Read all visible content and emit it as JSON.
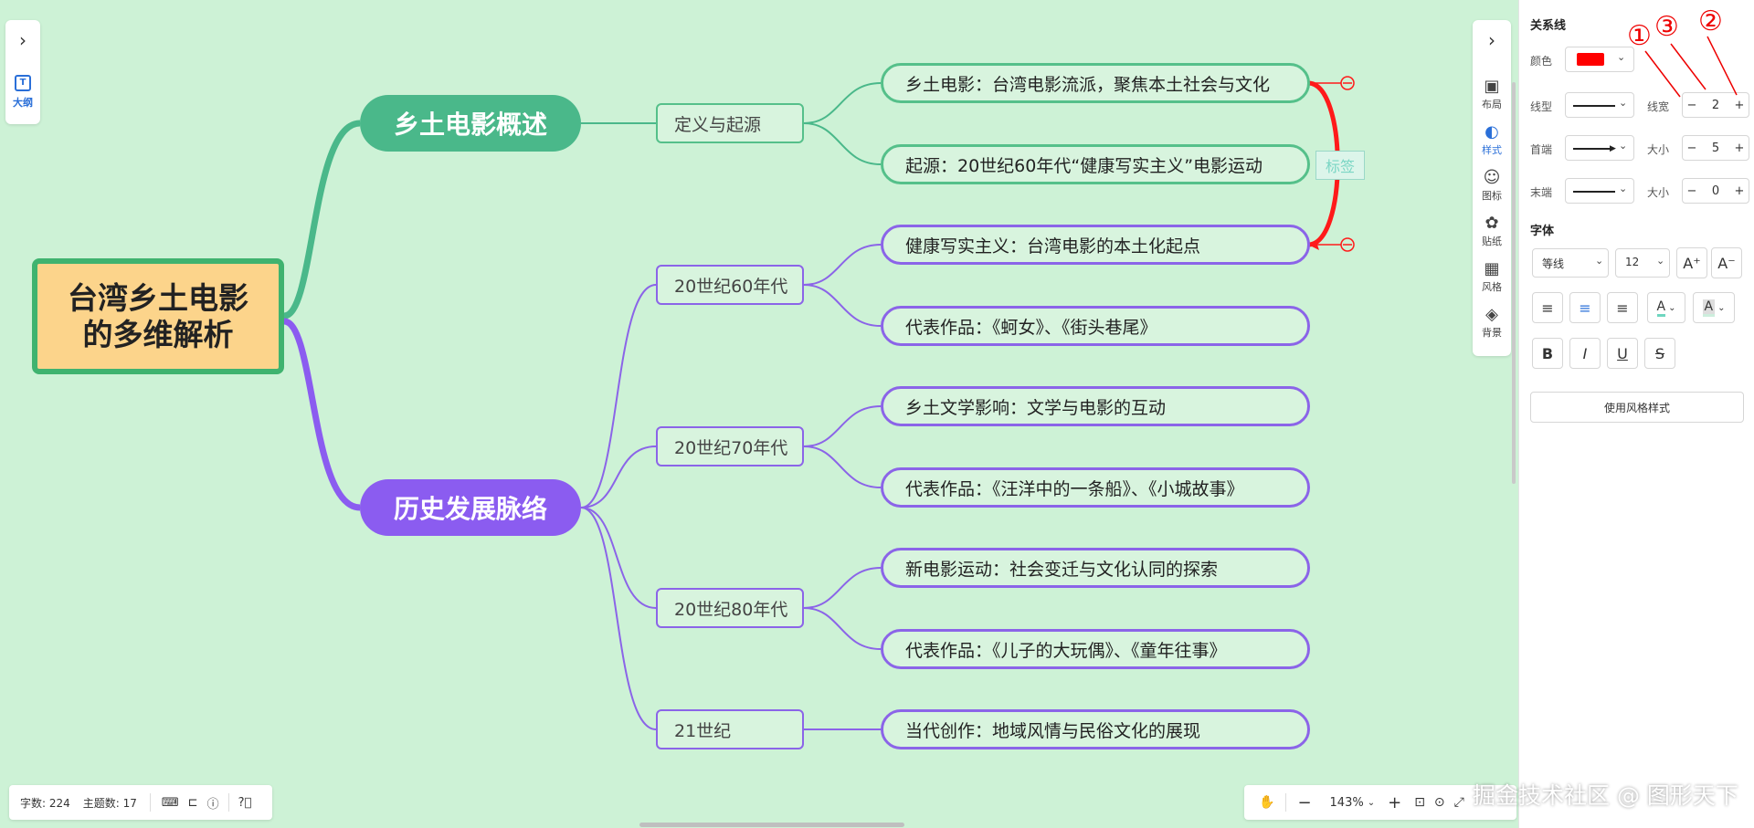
{
  "colors": {
    "bg": "#cdf2d6",
    "green": "#4ab88a",
    "purple": "#8b5cf0",
    "root_fill": "#fcd48b",
    "relation": "#ff1a1a",
    "active_blue": "#2a6fd8"
  },
  "left_toolbar": {
    "expand_icon": "chevron-right-icon",
    "outline_label": "大纲"
  },
  "mindmap": {
    "root": {
      "line1": "台湾乡土电影",
      "line2": "的多维解析"
    },
    "branch_overview": {
      "label": "乡土电影概述",
      "sub": "定义与起源",
      "leaves": [
        "乡土电影：台湾电影流派，聚焦本土社会与文化",
        "起源：20世纪60年代“健康写实主义”电影运动"
      ]
    },
    "branch_history": {
      "label": "历史发展脉络",
      "periods": [
        {
          "label": "20世纪60年代",
          "leaves": [
            "健康写实主义：台湾电影的本土化起点",
            "代表作品：《蚵女》、《街头巷尾》"
          ]
        },
        {
          "label": "20世纪70年代",
          "leaves": [
            "乡土文学影响：文学与电影的互动",
            "代表作品：《汪洋中的一条船》、《小城故事》"
          ]
        },
        {
          "label": "20世纪80年代",
          "leaves": [
            "新电影运动：社会变迁与文化认同的探索",
            "代表作品：《儿子的大玩偶》、《童年往事》"
          ]
        },
        {
          "label": "21世纪",
          "leaves": [
            "当代创作：地域风情与民俗文化的展现"
          ]
        }
      ]
    },
    "relation_tag": "标签"
  },
  "right_toolbar": {
    "expand_icon": "chevron-right-icon",
    "items": [
      {
        "label": "布局",
        "icon": "layout-icon"
      },
      {
        "label": "样式",
        "icon": "palette-icon"
      },
      {
        "label": "图标",
        "icon": "smiley-icon"
      },
      {
        "label": "贴纸",
        "icon": "sticker-icon"
      },
      {
        "label": "风格",
        "icon": "grid-icon"
      },
      {
        "label": "背景",
        "icon": "layers-icon"
      }
    ]
  },
  "panel": {
    "section_title": "关系线",
    "color_label": "颜色",
    "color_value": "#ff0000",
    "line_type_label": "线型",
    "line_width_label": "线宽",
    "line_width": "2",
    "start_label": "首端",
    "start_size_label": "大小",
    "start_size": "5",
    "end_label": "末端",
    "end_size_label": "大小",
    "end_size": "0",
    "font_title": "字体",
    "font_family": "等线",
    "font_size": "12",
    "apply_style": "使用风格样式",
    "annotations": [
      "①",
      "③",
      "②"
    ]
  },
  "status": {
    "words_label": "字数: 224",
    "topics_label": "主题数: 17"
  },
  "zoom": {
    "level": "143%"
  },
  "watermark": "掘金技术社区 @ 图形天下"
}
